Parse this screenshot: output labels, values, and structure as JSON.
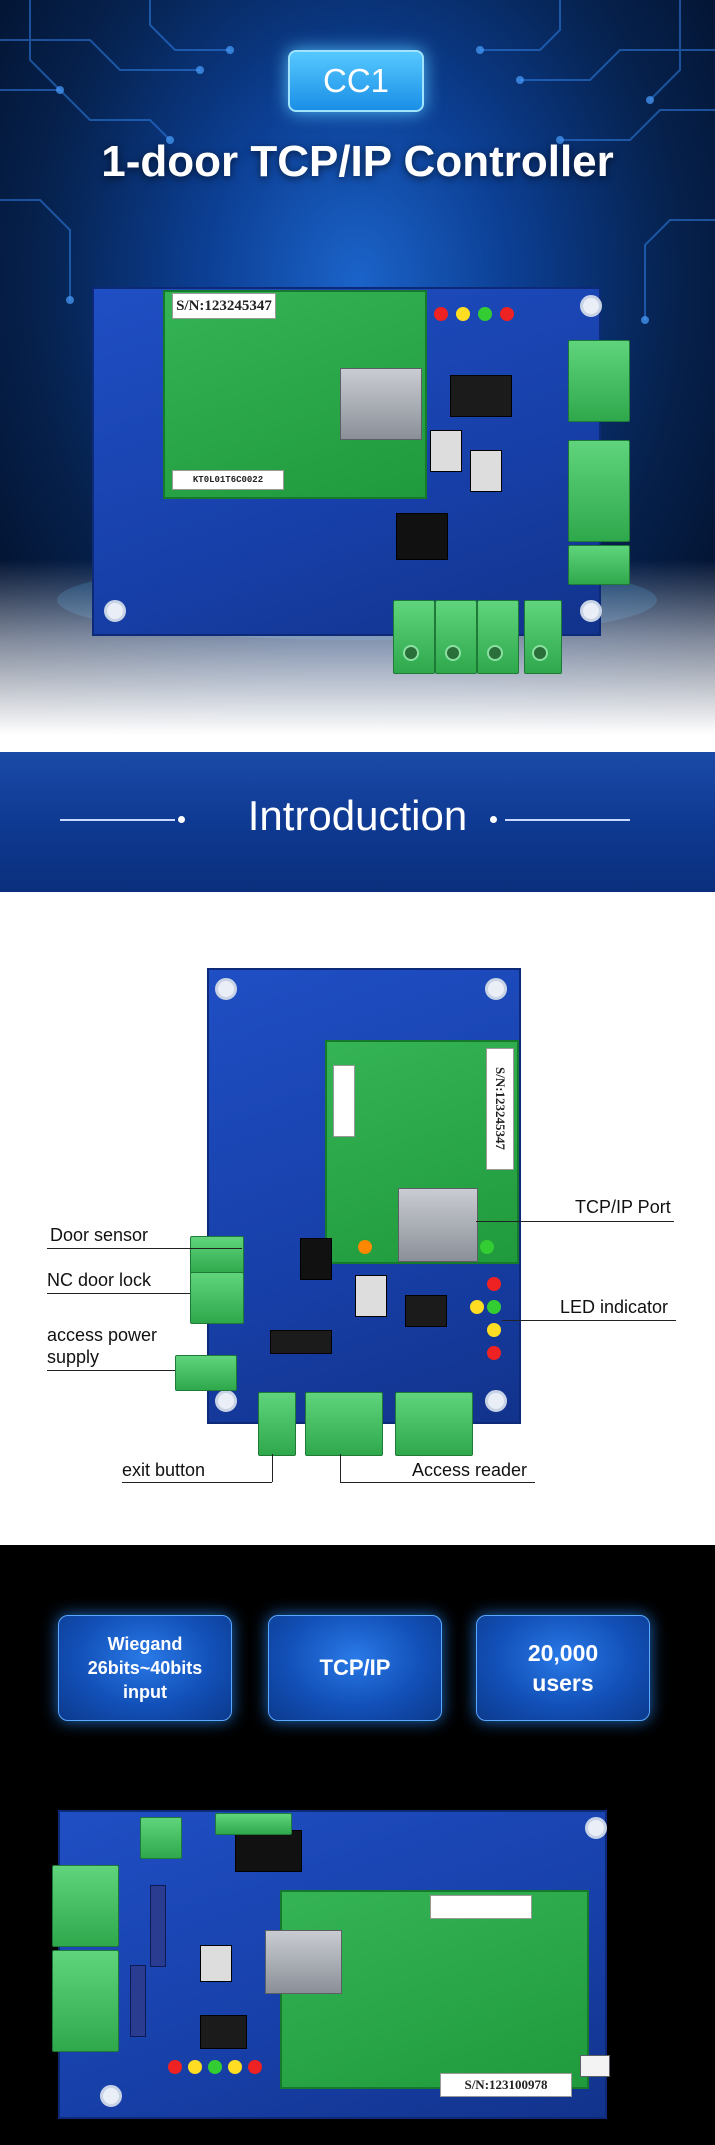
{
  "hero": {
    "badge": "CC1",
    "title": "1-door TCP/IP Controller",
    "sticker_serial": "S/N:123245347",
    "barcode_text": "KT0L01T6C0022"
  },
  "intro": {
    "title": "Introduction"
  },
  "diagram": {
    "sticker_serial": "S/N:123245347",
    "labels": {
      "door_sensor": "Door sensor",
      "nc_door_lock": "NC door lock",
      "access_power_line1": "access power",
      "access_power_line2": "supply",
      "exit_button": "exit button",
      "tcpip_port": "TCP/IP Port",
      "led_indicator": "LED indicator",
      "access_reader": "Access reader"
    }
  },
  "features": {
    "items": [
      {
        "lines": [
          "Wiegand",
          "26bits~40bits",
          "input"
        ]
      },
      {
        "lines": [
          "TCP/IP"
        ]
      },
      {
        "lines": [
          "20,000",
          "users"
        ]
      }
    ],
    "board_serial": "S/N:123100978"
  },
  "colors": {
    "pcb_blue": "#1f4fc4",
    "module_green": "#2fa84c",
    "accent_cyan": "#3db8ff",
    "band_blue": "#0f3a93"
  }
}
